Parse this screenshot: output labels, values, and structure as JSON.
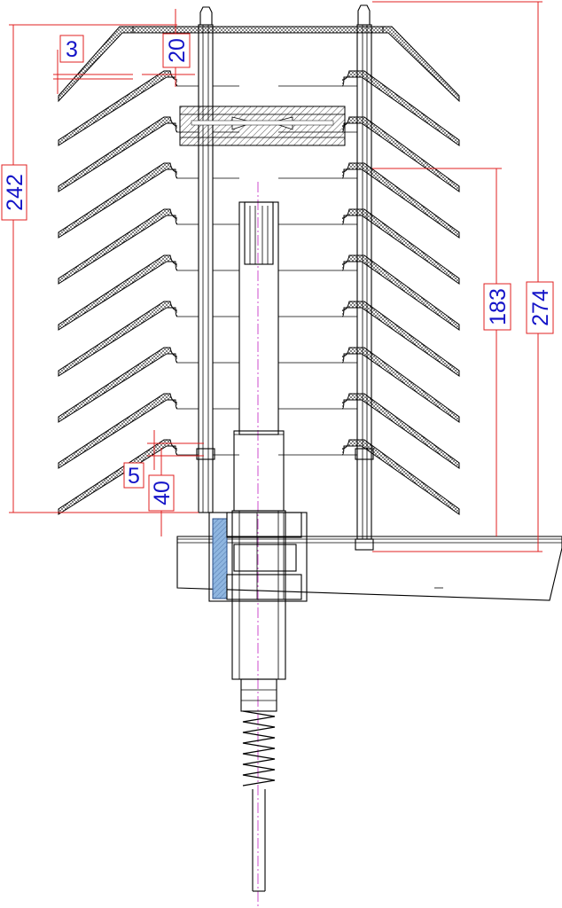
{
  "drawing": {
    "dimensions": {
      "total_height": "274",
      "shield_stack_height": "242",
      "inner_height": "183",
      "top_gap": "20",
      "plate_thickness": "3",
      "lower_gap": "5",
      "mount_offset": "40"
    },
    "colors": {
      "dimension_line": "#e02020",
      "dimension_text": "#1414c8",
      "outline": "#000000",
      "center_line": "#c020c0",
      "seal": "#8fb6e0"
    }
  }
}
